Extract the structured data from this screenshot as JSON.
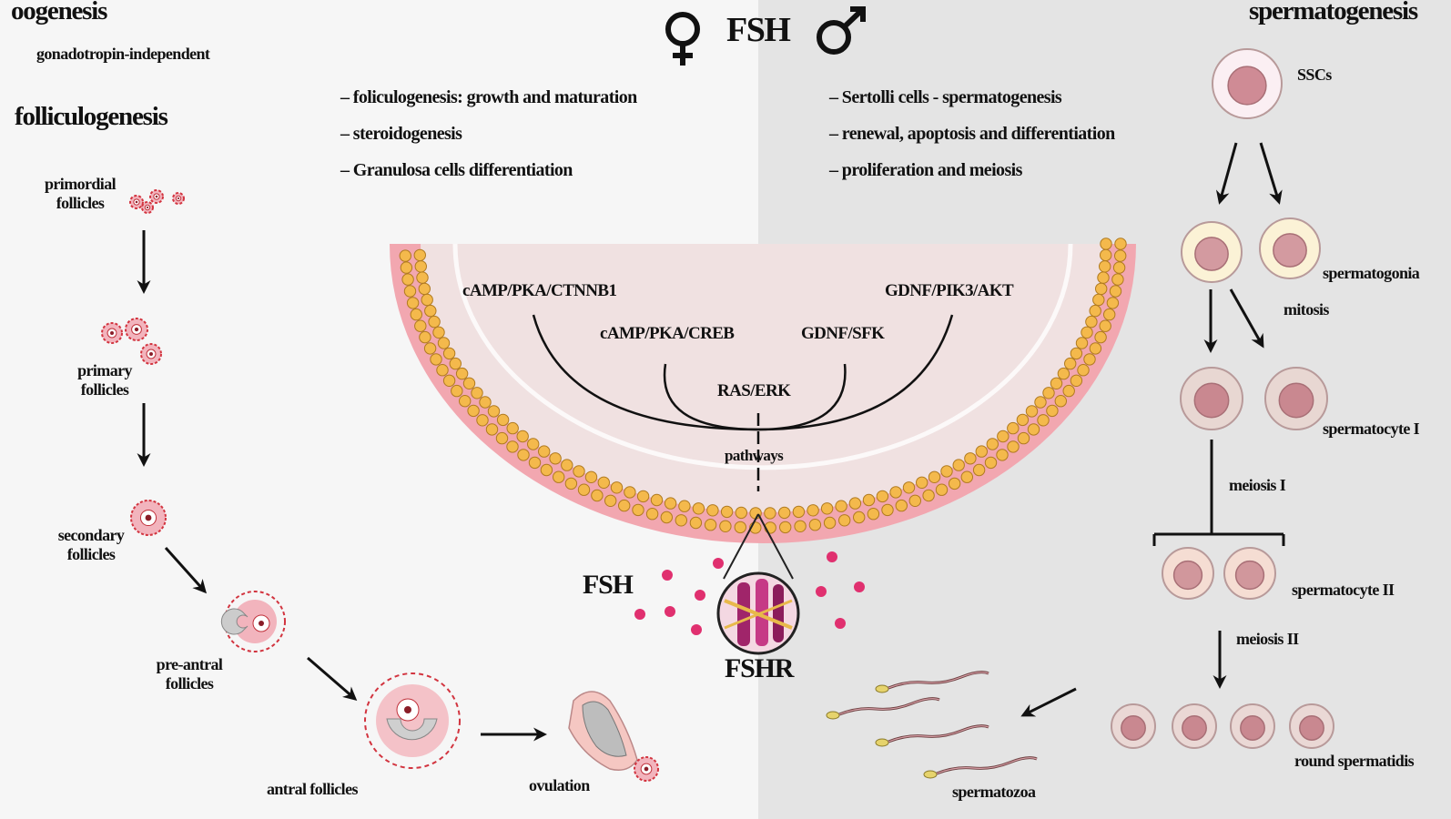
{
  "colors": {
    "left_bg": "#f6f6f6",
    "right_bg": "#e4e4e4",
    "membrane_pink": "#f2a7b0",
    "lipid_head": "#f4b94c",
    "cytoplasm": "#f0e1e1",
    "hormone": "#e0306f"
  },
  "header": {
    "title": "FSH",
    "female_symbol": "♀",
    "male_symbol": "♂"
  },
  "left": {
    "section_title": "oogenesis",
    "note": "gonadotropin-independent",
    "subsection_title": "folliculogenesis",
    "stages": [
      {
        "line1": "primordial",
        "line2": "follicles"
      },
      {
        "line1": "primary",
        "line2": "follicles"
      },
      {
        "line1": "secondary",
        "line2": "follicles"
      },
      {
        "line1": "pre-antral",
        "line2": "follicles"
      },
      {
        "line1": "antral follicles",
        "line2": ""
      },
      {
        "line1": "ovulation",
        "line2": ""
      }
    ],
    "bullets": [
      "– foliculogenesis: growth and maturation",
      "– steroidogenesis",
      "– Granulosa cells differentiation"
    ]
  },
  "right": {
    "section_title": "spermatogenesis",
    "bullets": [
      "– Sertolli cells - spermatogenesis",
      "– renewal, apoptosis and  differentiation",
      "– proliferation and meiosis"
    ],
    "cells": {
      "sscs": "SSCs",
      "spermatogonia": "spermatogonia",
      "spermatocyte1": "spermatocyte I",
      "spermatocyte2": "spermatocyte II",
      "round": "round spermatidis",
      "spermatozoa": "spermatozoa"
    },
    "processes": {
      "mitosis": "mitosis",
      "meiosis1": "meiosis I",
      "meiosis2": "meiosis II"
    }
  },
  "center": {
    "pathways": [
      "cAMP/PKA/CTNNB1",
      "cAMP/PKA/CREB",
      "RAS/ERK",
      "GDNF/SFK",
      "GDNF/PIK3/AKT"
    ],
    "pathways_label": "pathways",
    "hormone_label": "FSH",
    "receptor_label": "FSHR"
  }
}
